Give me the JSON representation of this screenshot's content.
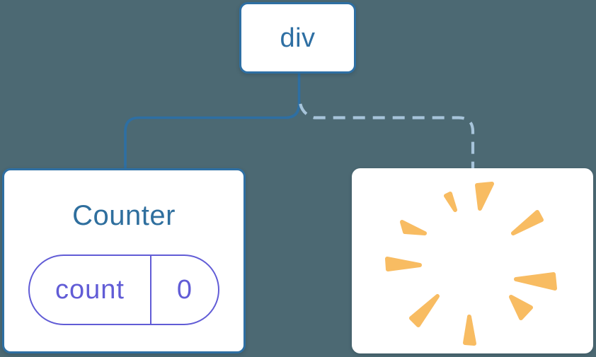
{
  "colors": {
    "background": "#4c6973",
    "node_blue": "#2e6fa3",
    "heading_blue": "#2f6f9e",
    "state_purple": "#615cd6",
    "dashed_line": "#a7c4da",
    "poof_orange": "#f8bc62",
    "card_white": "#ffffff"
  },
  "diagram": {
    "root_node": {
      "label": "div"
    },
    "edges": [
      {
        "from": "div",
        "to": "Counter",
        "style": "solid"
      },
      {
        "from": "div",
        "to": "removed-node",
        "style": "dashed"
      }
    ],
    "counter_node": {
      "title": "Counter",
      "state_pill": {
        "key": "count",
        "value": "0"
      }
    },
    "poof_node": {
      "icon": "poof-burst-icon",
      "ray_count": 9
    }
  }
}
